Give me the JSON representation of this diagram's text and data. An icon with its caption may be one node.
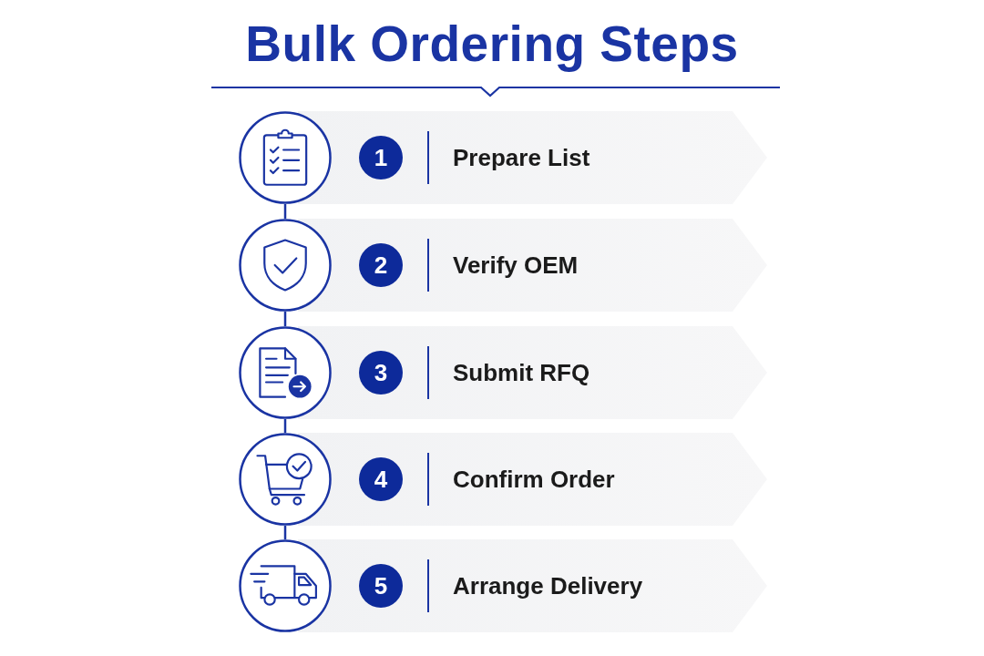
{
  "diagram": {
    "title": "Bulk Ordering Steps",
    "nodes": [
      {
        "text": [],
        "shape": "circle"
      },
      {
        "text": [
          "Prepare List"
        ]
      },
      {
        "text": [
          "1"
        ],
        "in": 1
      },
      {
        "text": [],
        "shape": "circle"
      },
      {
        "text": [
          "Verify OEM"
        ]
      },
      {
        "text": [
          "2"
        ],
        "in": 4
      },
      {
        "text": [],
        "shape": "circle"
      },
      {
        "text": [
          "Submit RFQ"
        ]
      },
      {
        "text": [
          "3"
        ],
        "in": 7
      },
      {
        "text": [],
        "shape": "circle"
      },
      {
        "text": [
          "Confirm Order"
        ]
      },
      {
        "text": [
          "4"
        ],
        "in": 10
      },
      {
        "text": [],
        "shape": "circle"
      },
      {
        "text": [
          "Arrange Delivery"
        ]
      },
      {
        "text": [
          "5"
        ],
        "in": 13
      }
    ],
    "edges": [
      {
        "from": 0,
        "to": 3,
        "arrow": "none"
      },
      {
        "from": 3,
        "to": 6,
        "arrow": "none"
      },
      {
        "from": 6,
        "to": 9,
        "arrow": "none"
      },
      {
        "from": 9,
        "to": 12,
        "arrow": "none"
      }
    ]
  }
}
